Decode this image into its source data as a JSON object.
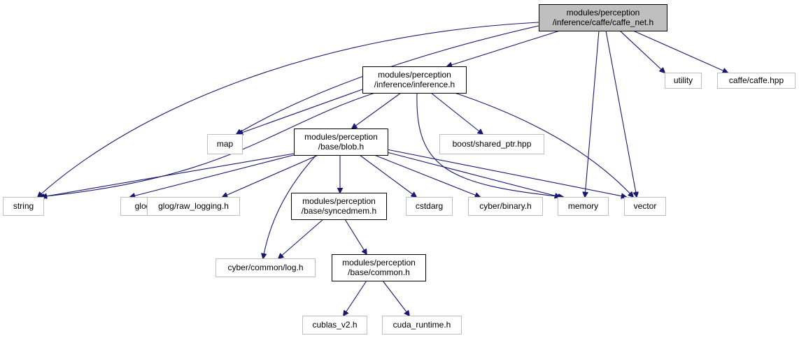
{
  "diagram": {
    "colors": {
      "edge": "#191970",
      "root_fill": "#bfbfbf",
      "root_border": "#000000",
      "local_border": "#000000",
      "external_border": "#bfbfbf",
      "text": "#000000"
    },
    "nodes": [
      {
        "id": "caffe_net",
        "kind": "root",
        "lines": [
          "modules/perception",
          "/inference/caffe/caffe_net.h"
        ]
      },
      {
        "id": "inference",
        "kind": "local",
        "lines": [
          "modules/perception",
          "/inference/inference.h"
        ]
      },
      {
        "id": "blob",
        "kind": "local",
        "lines": [
          "modules/perception",
          "/base/blob.h"
        ]
      },
      {
        "id": "syncedmem",
        "kind": "local",
        "lines": [
          "modules/perception",
          "/base/syncedmem.h"
        ]
      },
      {
        "id": "common",
        "kind": "local",
        "lines": [
          "modules/perception",
          "/base/common.h"
        ]
      },
      {
        "id": "utility",
        "kind": "external",
        "lines": [
          "utility"
        ]
      },
      {
        "id": "caffe_hpp",
        "kind": "external",
        "lines": [
          "caffe/caffe.hpp"
        ]
      },
      {
        "id": "map",
        "kind": "external",
        "lines": [
          "map"
        ]
      },
      {
        "id": "shared_ptr",
        "kind": "external",
        "lines": [
          "boost/shared_ptr.hpp"
        ]
      },
      {
        "id": "string",
        "kind": "external",
        "lines": [
          "string"
        ]
      },
      {
        "id": "glog_logging",
        "kind": "external",
        "lines": [
          "glog/logging.h"
        ]
      },
      {
        "id": "glog_raw",
        "kind": "external",
        "lines": [
          "glog/raw_logging.h"
        ]
      },
      {
        "id": "cstdarg",
        "kind": "external",
        "lines": [
          "cstdarg"
        ]
      },
      {
        "id": "cyber_binary",
        "kind": "external",
        "lines": [
          "cyber/binary.h"
        ]
      },
      {
        "id": "memory",
        "kind": "external",
        "lines": [
          "memory"
        ]
      },
      {
        "id": "vector",
        "kind": "external",
        "lines": [
          "vector"
        ]
      },
      {
        "id": "cyber_log",
        "kind": "external",
        "lines": [
          "cyber/common/log.h"
        ]
      },
      {
        "id": "cublas",
        "kind": "external",
        "lines": [
          "cublas_v2.h"
        ]
      },
      {
        "id": "cuda_runtime",
        "kind": "external",
        "lines": [
          "cuda_runtime.h"
        ]
      }
    ],
    "edges": [
      {
        "from": "caffe_net",
        "to": "inference"
      },
      {
        "from": "caffe_net",
        "to": "map"
      },
      {
        "from": "caffe_net",
        "to": "string"
      },
      {
        "from": "caffe_net",
        "to": "memory"
      },
      {
        "from": "caffe_net",
        "to": "vector"
      },
      {
        "from": "caffe_net",
        "to": "utility"
      },
      {
        "from": "caffe_net",
        "to": "caffe_hpp"
      },
      {
        "from": "inference",
        "to": "map"
      },
      {
        "from": "inference",
        "to": "string"
      },
      {
        "from": "inference",
        "to": "blob"
      },
      {
        "from": "inference",
        "to": "shared_ptr"
      },
      {
        "from": "inference",
        "to": "memory"
      },
      {
        "from": "inference",
        "to": "vector"
      },
      {
        "from": "blob",
        "to": "string"
      },
      {
        "from": "blob",
        "to": "glog_logging"
      },
      {
        "from": "blob",
        "to": "glog_raw"
      },
      {
        "from": "blob",
        "to": "syncedmem"
      },
      {
        "from": "blob",
        "to": "cstdarg"
      },
      {
        "from": "blob",
        "to": "cyber_binary"
      },
      {
        "from": "blob",
        "to": "memory"
      },
      {
        "from": "blob",
        "to": "vector"
      },
      {
        "from": "blob",
        "to": "cyber_log"
      },
      {
        "from": "syncedmem",
        "to": "cyber_log"
      },
      {
        "from": "syncedmem",
        "to": "common"
      },
      {
        "from": "common",
        "to": "cublas"
      },
      {
        "from": "common",
        "to": "cuda_runtime"
      }
    ]
  }
}
